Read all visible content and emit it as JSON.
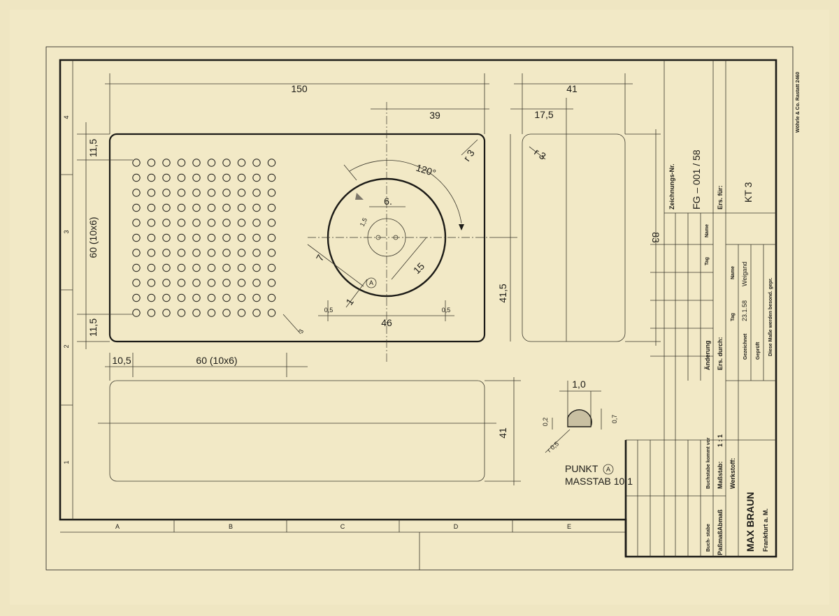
{
  "printer_mark": "Wöhrle & Co. Rastatt 2460",
  "zones": {
    "columns": [
      "A",
      "B",
      "C",
      "D",
      "E"
    ],
    "rows": [
      "1",
      "2",
      "3",
      "4"
    ]
  },
  "dimensions": {
    "overall_width": "150",
    "side_width": "41",
    "dial_offset": "39",
    "side_offset": "17,5",
    "radius_a": "r 3",
    "radius_b": "r 3",
    "angle": "120°",
    "speaker_height": "60 (10x6)",
    "top_margin": "11,5",
    "bottom_margin": "11,5",
    "left_margin": "10,5",
    "grid_width": "60 (10x6)",
    "dial_inner": "6.",
    "dial_small": "1,5",
    "dial_seven": "7",
    "dial_fifteen": "15",
    "dial_one": "1",
    "dial_half_left": "0,5",
    "dial_half_right": "0,5",
    "dial_diameter": "46",
    "hole_pitch": "3",
    "height_415": "41,5",
    "height_83": "83",
    "bottom_view_height": "41",
    "detail_width": "1,0",
    "detail_height": "0,7",
    "detail_offset": "0,2",
    "detail_radius": "r 0,5"
  },
  "detail": {
    "point_label": "PUNKT",
    "marker": "A",
    "scale_label": "MASSTAB 10:1"
  },
  "title_block": {
    "drawing_number_label": "Zeichnungs-Nr.",
    "drawing_number": "FG – 001 / 58",
    "ersatz_fuer_label": "Ers. für:",
    "product": "KT 3",
    "ersetzt_durch_label": "Ers. durch:",
    "aenderung_label": "Änderung",
    "tag_label": "Tag",
    "name_label": "Name",
    "gezeichnet_label": "Gezeichnet",
    "geprueft_label": "Geprüft",
    "date": "23.1.58",
    "signature": "Weigand",
    "note": "Diese Maße werden besond. gepr.",
    "buchstabe_label": "Buchstabe kommt vor",
    "buchstabe_label2": "Buch- stabe",
    "massstab_label": "Maßstab:",
    "massstab_value": "1 : 1",
    "werkstoff_label": "Werkstoff:",
    "abmass_label": "Abmaß",
    "passmass_label": "Paßmaß",
    "company": "MAX BRAUN",
    "city": "Frankfurt a. M."
  }
}
